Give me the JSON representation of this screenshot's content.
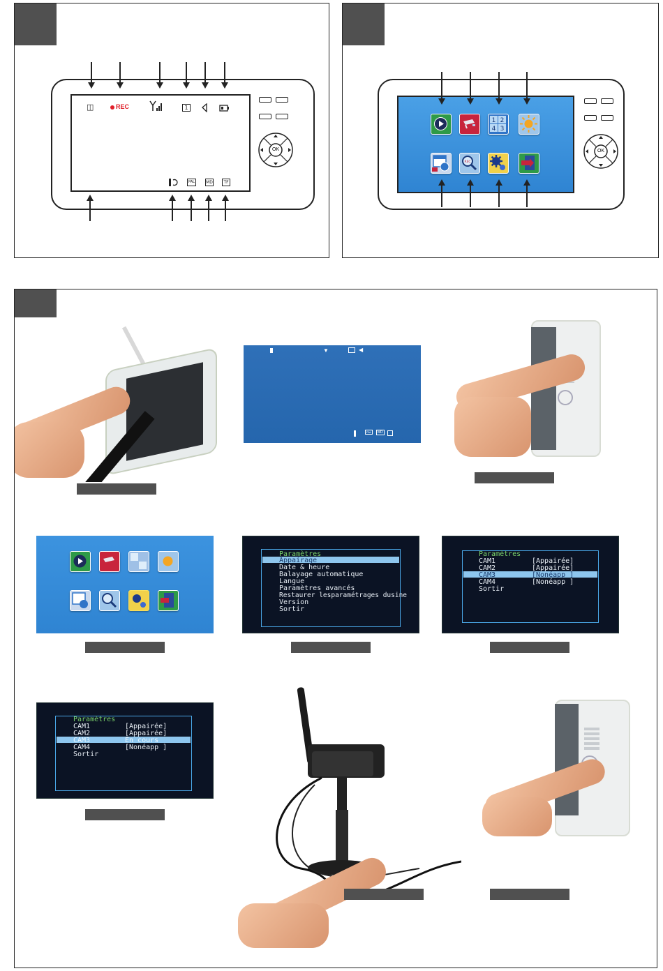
{
  "panel1": {
    "status_top": {
      "sd_icon": "sd-card-icon",
      "rec_label": "REC",
      "signal_icon": "signal-icon",
      "cam_number": "1",
      "volume_icon": "speaker-icon",
      "battery_icon": "battery-icon"
    },
    "status_bottom": {
      "scan_icon": "scan-icon",
      "pal_label": "PAL",
      "md_label": "MD",
      "tf_label": "TF"
    },
    "ok_label": "OK"
  },
  "panel2": {
    "icons_top": [
      "play-icon",
      "camera-icon",
      "quad-view-icon",
      "brightness-icon"
    ],
    "icons_bottom": [
      "calendar-icon",
      "search-icon",
      "settings-icon",
      "exit-icon"
    ],
    "quad_digits": [
      "1",
      "2",
      "4",
      "3"
    ],
    "ok_label": "OK",
    "rec_badge": "REC"
  },
  "panel3": {
    "live_screen": {
      "pal_label": "PAL",
      "md_label": "MD"
    },
    "settings_menu": {
      "title": "Paramètres",
      "items": [
        "Appairage",
        "Date & heure",
        "Balayage automatique",
        "Langue",
        "Paramètres avancés",
        "Restaurer lesparamétrages dusine",
        "Version",
        "Sortir"
      ]
    },
    "pair_menu_a": {
      "title": "Paramètres",
      "rows": [
        {
          "name": "CAM1",
          "status": "[Appairée]"
        },
        {
          "name": "CAM2",
          "status": "[Appairée]"
        },
        {
          "name": "CAM3",
          "status": "[Nonéapp ]"
        },
        {
          "name": "CAM4",
          "status": "[Nonéapp ]"
        }
      ],
      "exit": "Sortir"
    },
    "pair_menu_b": {
      "title": "Paramètres",
      "rows": [
        {
          "name": "CAM1",
          "status": "[Appairée]"
        },
        {
          "name": "CAM2",
          "status": "[Appairée]"
        },
        {
          "name": "CAM3",
          "status": "En cours"
        },
        {
          "name": "CAM4",
          "status": "[Nonéapp ]"
        }
      ],
      "exit": "Sortir"
    }
  },
  "colors": {
    "tab": "#505050",
    "screen_blue": "#3a8fdb",
    "rec_red": "#e0202a",
    "menu_title_green": "#7bd36b",
    "menu_highlight": "#8ec6ee"
  }
}
